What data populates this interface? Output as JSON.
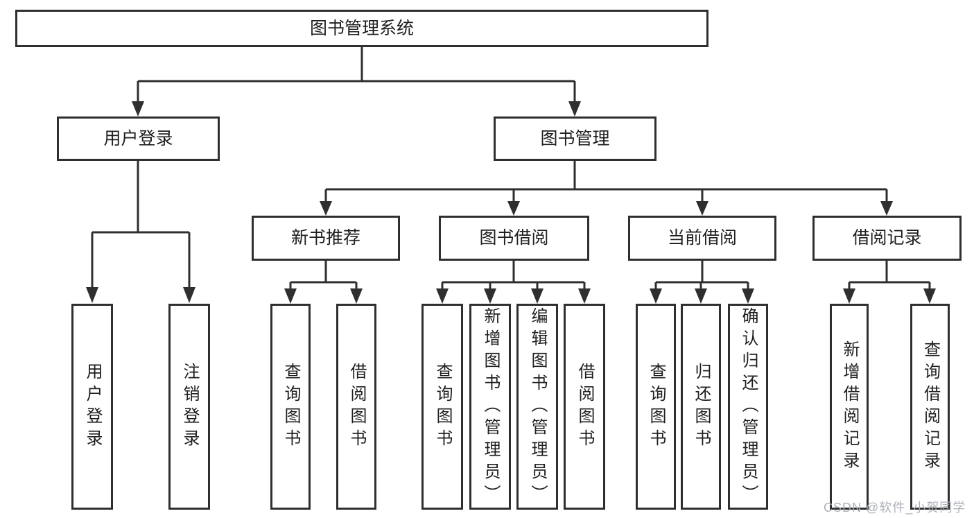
{
  "nodes": {
    "root": "图书管理系统",
    "user_login": "用户登录",
    "book_management": "图书管理",
    "new_book_recommend": "新书推荐",
    "book_borrow": "图书借阅",
    "current_borrow": "当前借阅",
    "borrow_record": "借阅记录",
    "login_user_login": "用户登录",
    "login_logout": "注销登录",
    "recommend_query_book": "查询图书",
    "recommend_borrow_book": "借阅图书",
    "borrow_query_book": "查询图书",
    "borrow_add_book": "新增图书（管理员）",
    "borrow_edit_book": "编辑图书（管理员）",
    "borrow_borrow_book": "借阅图书",
    "current_query_book": "查询图书",
    "current_return_book": "归还图书",
    "current_confirm_return": "确认归还（管理员）",
    "record_add_record": "新增借阅记录",
    "record_query_record": "查询借阅记录"
  },
  "watermark": "CSDN @软件_小贺同学",
  "colors": {
    "line": "#2f2f2f",
    "text": "#1f1f1f",
    "background": "#ffffff",
    "watermark": "#a8adb6"
  }
}
